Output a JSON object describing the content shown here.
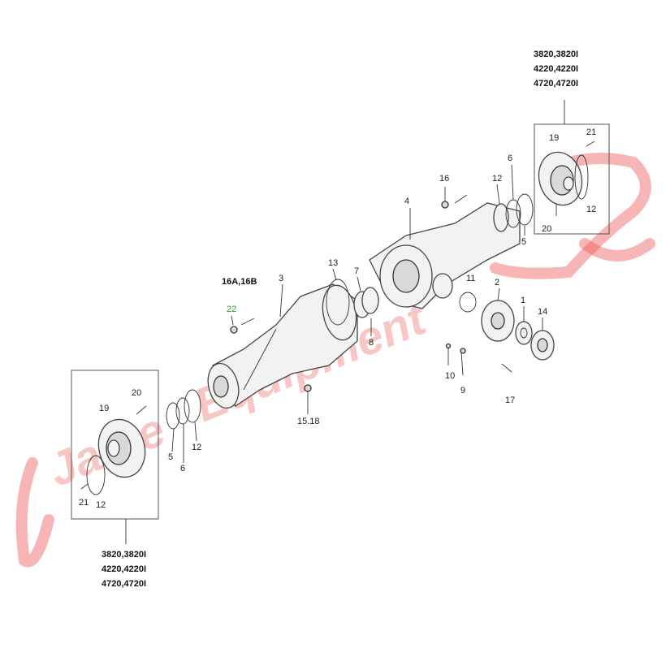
{
  "diagram": {
    "kind": "exploded parts diagram",
    "models_top": [
      "3820,3820I",
      "4220,4220I",
      "4720,4720I"
    ],
    "models_bottom": [
      "3820,3820I",
      "4220,4220I",
      "4720,4720I"
    ],
    "labels": {
      "p1": "1",
      "p2": "2",
      "p3": "3",
      "p4": "4",
      "p5_left": "5",
      "p5_right": "5",
      "p6_left": "6",
      "p6_right": "6",
      "p7": "7",
      "p8": "8",
      "p9": "9",
      "p10": "10",
      "p11": "11",
      "p12_left_a": "12",
      "p12_left_b": "12",
      "p12_right_a": "12",
      "p12_right_b": "12",
      "p13": "13",
      "p14": "14",
      "p15": "15.18",
      "p16": "16",
      "p16ab": "16A,16B",
      "p17": "17",
      "p19_left": "19",
      "p19_right": "19",
      "p20_left": "20",
      "p20_right": "20",
      "p21_left": "21",
      "p21_right": "21",
      "p22": "22"
    },
    "highlight_color": "#2e9a2e",
    "watermark_color": "#ef5b5b"
  }
}
